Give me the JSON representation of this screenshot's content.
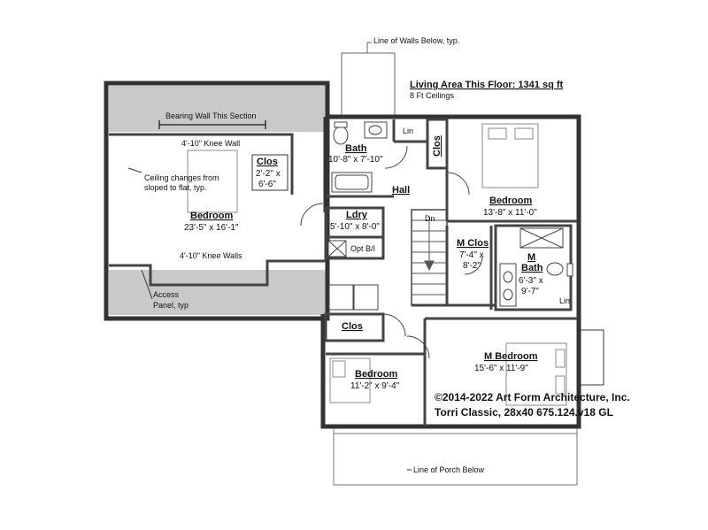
{
  "header": {
    "living_area": "Living Area This Floor: 1341 sq ft",
    "ceilings": "8 Ft Ceilings",
    "walls_below": "Line of Walls Below, typ."
  },
  "footer": {
    "copyright": "©2014-2022 Art Form Architecture, Inc.",
    "plan_name": "Torri Classic, 28x40 675.124.v18 GL",
    "porch_below": "Line of Porch Below"
  },
  "annotations": {
    "bearing_wall": "Bearing Wall This Section",
    "knee_wall_top": "4'-10\" Knee Wall",
    "ceiling_change_1": "Ceiling changes from",
    "ceiling_change_2": "sloped to flat, typ.",
    "knee_walls_bottom": "4'-10\" Knee Walls",
    "access_panel_1": "Access",
    "access_panel_2": "Panel, typ",
    "dn": "Dn",
    "opt_bi": "Opt B/I",
    "lin": "Lin"
  },
  "rooms": {
    "big_bedroom": {
      "name": "Bedroom",
      "dims": "23'-5\" x 16'-1\""
    },
    "clos_small": {
      "name": "Clos",
      "dim1": "2'-2\" x",
      "dim2": "6'-6\""
    },
    "bath": {
      "name": "Bath",
      "dims": "10'-8\" x 7'-10\""
    },
    "clos_vertical": {
      "name": "Clos"
    },
    "hall": {
      "name": "Hall"
    },
    "bedroom_ne": {
      "name": "Bedroom",
      "dims": "13'-8\" x 11'-0\""
    },
    "ldry": {
      "name": "Ldry",
      "dims": "5'-10\" x 8'-0\""
    },
    "m_clos": {
      "name": "M Clos",
      "dim1": "7'-4\" x",
      "dim2": "8'-2\""
    },
    "m_bath": {
      "name1": "M",
      "name2": "Bath",
      "dim1": "6'-3\" x",
      "dim2": "9'-7\""
    },
    "clos_lower": {
      "name": "Clos"
    },
    "m_bedroom": {
      "name": "M Bedroom",
      "dims": "15'-6\" x 11'-9\""
    },
    "bedroom_sw": {
      "name": "Bedroom",
      "dims": "11'-2\" x 9'-4\""
    }
  }
}
